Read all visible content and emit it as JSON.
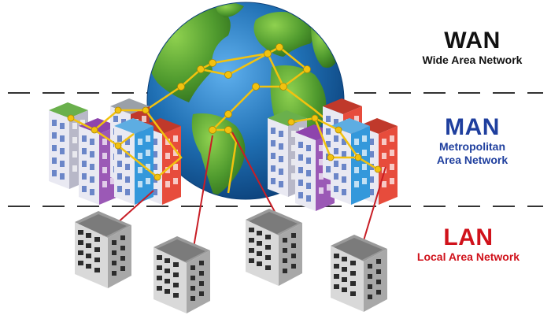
{
  "wan": {
    "title": "WAN",
    "subtitle": "Wide Area Network",
    "color": "#111111"
  },
  "man": {
    "title": "MAN",
    "subtitle_line1": "Metropolitan",
    "subtitle_line2": "Area Network",
    "color": "#1f3f9e"
  },
  "lan": {
    "title": "LAN",
    "subtitle": "Local Area Network",
    "color": "#d0121b"
  },
  "colors": {
    "ocean": "#1f6fb3",
    "land": "#4f9a2e",
    "network_link": "#f2c20f",
    "lan_link": "#c81d25",
    "divider": "#333333"
  }
}
